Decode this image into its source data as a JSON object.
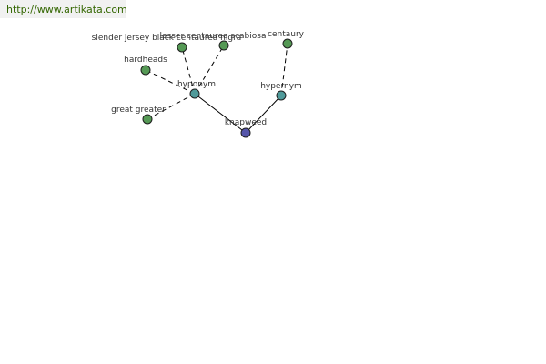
{
  "header": {
    "url": "http://www.artikata.com",
    "link_color": "#336600"
  },
  "graph": {
    "nodes": [
      {
        "id": "knapweed",
        "label": "knapweed",
        "kind": "center",
        "color": "#5555aa"
      },
      {
        "id": "hyponym",
        "label": "hyponym",
        "kind": "relation",
        "color": "#4f9a9a"
      },
      {
        "id": "hypernym",
        "label": "hypernym",
        "kind": "relation",
        "color": "#4f9a9a"
      },
      {
        "id": "slender-jersey-black-centaurea",
        "label": "slender jersey black centaurea nigra",
        "kind": "leaf",
        "color": "#559955"
      },
      {
        "id": "lesser-centaurea-scabiosa",
        "label": "lesser centaurea scabiosa",
        "kind": "leaf",
        "color": "#559955"
      },
      {
        "id": "hardheads",
        "label": "hardheads",
        "kind": "leaf",
        "color": "#559955"
      },
      {
        "id": "great-greater",
        "label": "great greater",
        "kind": "leaf",
        "color": "#559955"
      },
      {
        "id": "centaury",
        "label": "centaury",
        "kind": "leaf",
        "color": "#559955"
      }
    ],
    "edges": [
      {
        "from": "knapweed",
        "to": "hyponym",
        "style": "solid"
      },
      {
        "from": "knapweed",
        "to": "hypernym",
        "style": "solid"
      },
      {
        "from": "hyponym",
        "to": "slender-jersey-black-centaurea",
        "style": "dashed"
      },
      {
        "from": "hyponym",
        "to": "lesser-centaurea-scabiosa",
        "style": "dashed"
      },
      {
        "from": "hyponym",
        "to": "hardheads",
        "style": "dashed"
      },
      {
        "from": "hyponym",
        "to": "great-greater",
        "style": "dashed"
      },
      {
        "from": "hypernym",
        "to": "centaury",
        "style": "dashed"
      }
    ]
  }
}
